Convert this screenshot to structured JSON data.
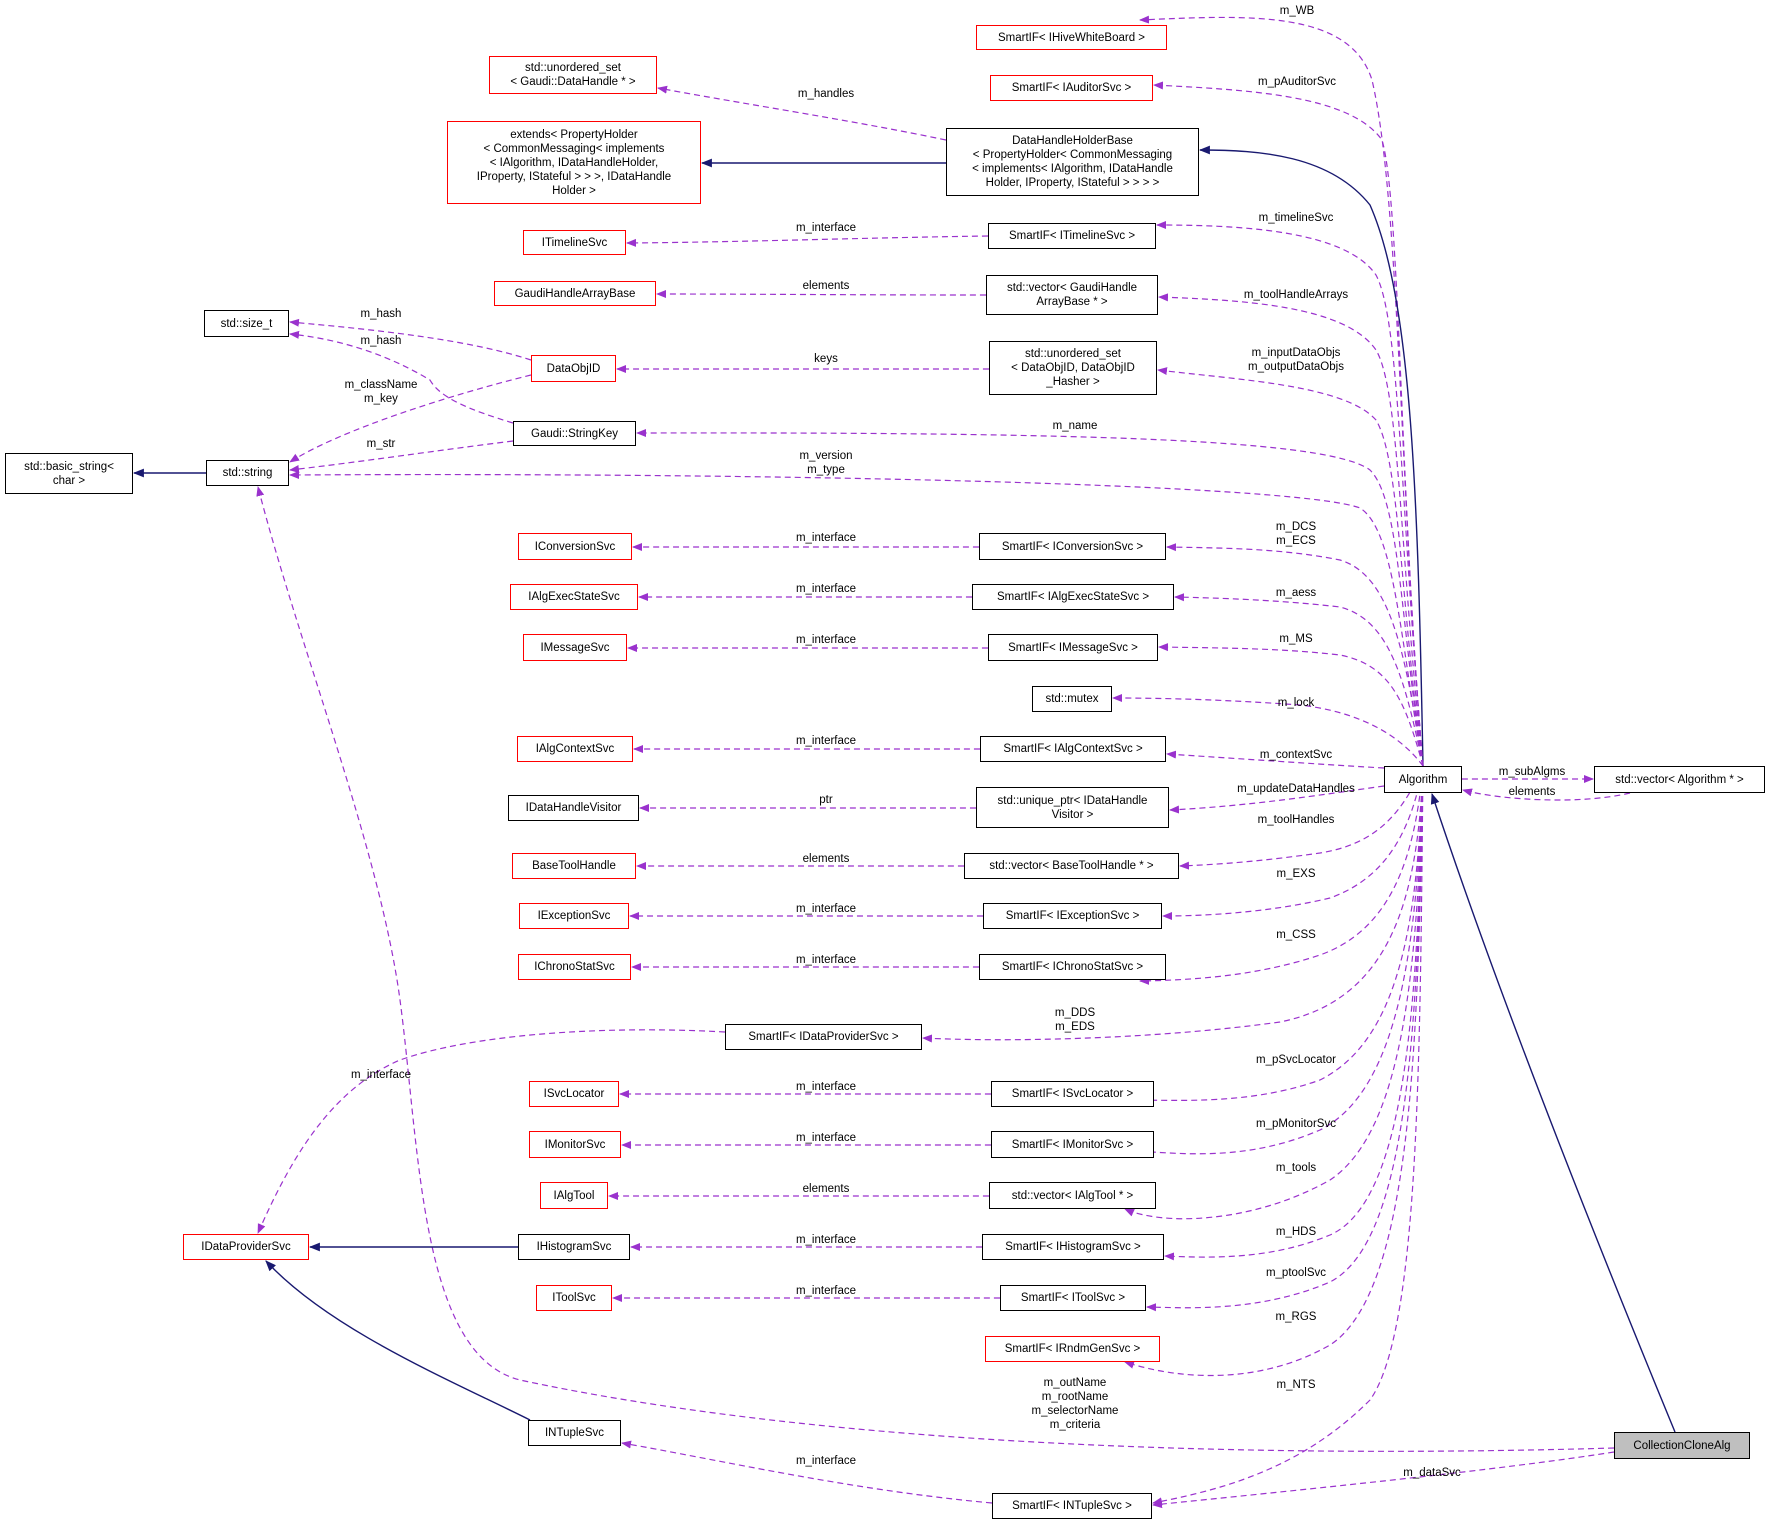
{
  "colors": {
    "inherit": "#191970",
    "use": "#9a32cd",
    "red_border": "#ff0000",
    "focus_fill": "#bfbfbf"
  },
  "nodes": {
    "wb": "SmartIF< IHiveWhiteBoard >",
    "auditor": "SmartIF< IAuditorSvc >",
    "unordered_set_handle": "std::unordered_set\n< Gaudi::DataHandle * >",
    "extends": "extends< PropertyHolder\n< CommonMessaging< implements\n< IAlgorithm, IDataHandleHolder,\n IProperty, IStateful > > >, IDataHandle\nHolder >",
    "dhhb": "DataHandleHolderBase\n< PropertyHolder< CommonMessaging\n< implements< IAlgorithm, IDataHandle\nHolder, IProperty, IStateful > > > >",
    "itimeline": "ITimelineSvc",
    "sm_timeline": "SmartIF< ITimelineSvc >",
    "gh_array_base": "GaudiHandleArrayBase",
    "vec_gh_array": "std::vector< GaudiHandle\nArrayBase * >",
    "size_t": "std::size_t",
    "dataobjid": "DataObjID",
    "unordered_set_obj": "std::unordered_set\n< DataObjID, DataObjID\n_Hasher >",
    "basic_string": "std::basic_string<\nchar >",
    "string": "std::string",
    "stringkey": "Gaudi::StringKey",
    "iconversion": "IConversionSvc",
    "sm_conversion": "SmartIF< IConversionSvc >",
    "iaes": "IAlgExecStateSvc",
    "sm_aes": "SmartIF< IAlgExecStateSvc >",
    "imessage": "IMessageSvc",
    "sm_message": "SmartIF< IMessageSvc >",
    "mutex": "std::mutex",
    "icontext": "IAlgContextSvc",
    "sm_context": "SmartIF< IAlgContextSvc >",
    "algorithm": "Algorithm",
    "vec_algorithm": "std::vector< Algorithm * >",
    "idhvisitor": "IDataHandleVisitor",
    "unique_ptr": "std::unique_ptr< IDataHandle\nVisitor >",
    "basetoolhandle": "BaseToolHandle",
    "vec_basetool": "std::vector< BaseToolHandle * >",
    "iexception": "IExceptionSvc",
    "sm_exception": "SmartIF< IExceptionSvc >",
    "ichrono": "IChronoStatSvc",
    "sm_chrono": "SmartIF< IChronoStatSvc >",
    "sm_dataprovider": "SmartIF< IDataProviderSvc >",
    "isvclocator": "ISvcLocator",
    "sm_svclocator": "SmartIF< ISvcLocator >",
    "imonitor": "IMonitorSvc",
    "sm_monitor": "SmartIF< IMonitorSvc >",
    "ialgtool": "IAlgTool",
    "vec_algtool": "std::vector< IAlgTool * >",
    "idataprovider": "IDataProviderSvc",
    "ihistogram": "IHistogramSvc",
    "sm_histogram": "SmartIF< IHistogramSvc >",
    "itool": "IToolSvc",
    "sm_tool": "SmartIF< IToolSvc >",
    "sm_rndm": "SmartIF< IRndmGenSvc >",
    "intuple": "INTupleSvc",
    "cca": "CollectionCloneAlg",
    "sm_ntuple": "SmartIF< INTupleSvc >"
  },
  "edge_labels": {
    "m_wb": "m_WB",
    "m_pauditor": "m_pAuditorSvc",
    "m_handles": "m_handles",
    "m_interface_timeline": "m_interface",
    "m_timelinesvc": "m_timelineSvc",
    "elements_gh": "elements",
    "m_toolhandlearrays": "m_toolHandleArrays",
    "m_hash_1": "m_hash",
    "m_hash_2": "m_hash",
    "keys": "keys",
    "m_io_data": "m_inputDataObjs\nm_outputDataObjs",
    "m_classname_key": "m_className\nm_key",
    "m_str": "m_str",
    "m_name": "m_name",
    "m_version_type": "m_version\nm_type",
    "m_interface_conversion": "m_interface",
    "m_dcs_ecs": "m_DCS\nm_ECS",
    "m_interface_aes": "m_interface",
    "m_aess": "m_aess",
    "m_interface_message": "m_interface",
    "m_ms": "m_MS",
    "m_lock": "m_lock",
    "m_interface_context": "m_interface",
    "m_contextsvc": "m_contextSvc",
    "m_subalgms": "m_subAlgms",
    "elements_alg": "elements",
    "ptr": "ptr",
    "m_updatedatahandles": "m_updateDataHandles",
    "elements_basetool": "elements",
    "m_toolhandles": "m_toolHandles",
    "m_interface_exception": "m_interface",
    "m_exs": "m_EXS",
    "m_interface_chrono": "m_interface",
    "m_css": "m_CSS",
    "m_dds_eds": "m_DDS\nm_EDS",
    "m_interface_dataprovider": "m_interface",
    "m_interface_svclocator": "m_interface",
    "m_psvclocator": "m_pSvcLocator",
    "m_interface_monitor": "m_interface",
    "m_pmonitorsvc": "m_pMonitorSvc",
    "elements_algtool": "elements",
    "m_tools": "m_tools",
    "m_interface_histogram": "m_interface",
    "m_hds": "m_HDS",
    "m_interface_tool": "m_interface",
    "m_ptoolsvc": "m_ptoolSvc",
    "m_rgs": "m_RGS",
    "m_cca_strings": "m_outName\nm_rootName\nm_selectorName\nm_criteria",
    "m_nts": "m_NTS",
    "m_interface_ntuple": "m_interface",
    "m_datasvc": "m_dataSvc"
  }
}
